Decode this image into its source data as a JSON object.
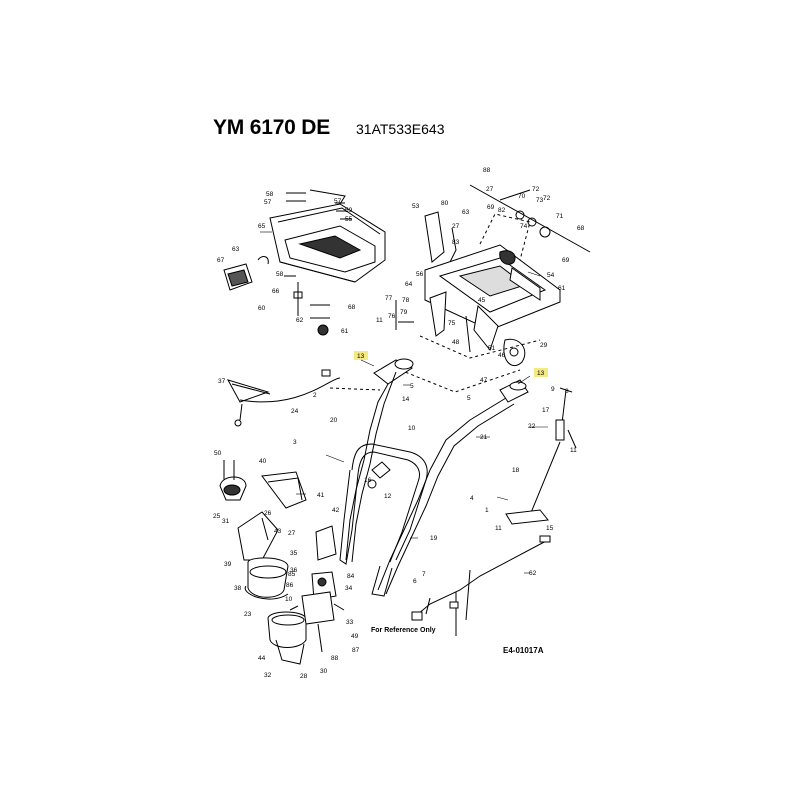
{
  "header": {
    "model": "YM 6170 DE",
    "part_code": "31AT533E643"
  },
  "reference_note": "For Reference Only",
  "drawing_id": "E4-01017A",
  "highlight_color": "#f3ea84",
  "highlighted_callouts": [
    "13",
    "13"
  ],
  "callouts": [
    "88",
    "27",
    "70",
    "72",
    "69",
    "82",
    "73",
    "72",
    "71",
    "74",
    "68",
    "69",
    "80",
    "53",
    "63",
    "27",
    "83",
    "54",
    "56",
    "61",
    "64",
    "45",
    "77",
    "78",
    "79",
    "76",
    "75",
    "11",
    "48",
    "51",
    "46",
    "29",
    "47",
    "57",
    "58",
    "57",
    "59",
    "55",
    "65",
    "63",
    "67",
    "58",
    "66",
    "60",
    "62",
    "68",
    "61",
    "13",
    "13",
    "37",
    "2",
    "5",
    "14",
    "10",
    "20",
    "24",
    "3",
    "5",
    "21",
    "17",
    "22",
    "18",
    "11",
    "8",
    "9",
    "12",
    "16",
    "50",
    "40",
    "41",
    "42",
    "26",
    "25",
    "31",
    "39",
    "43",
    "35",
    "27",
    "38",
    "36",
    "23",
    "84",
    "85",
    "86",
    "34",
    "10",
    "44",
    "32",
    "28",
    "49",
    "87",
    "88",
    "30",
    "33",
    "4",
    "1",
    "15",
    "19",
    "7",
    "6",
    "11",
    "62"
  ]
}
